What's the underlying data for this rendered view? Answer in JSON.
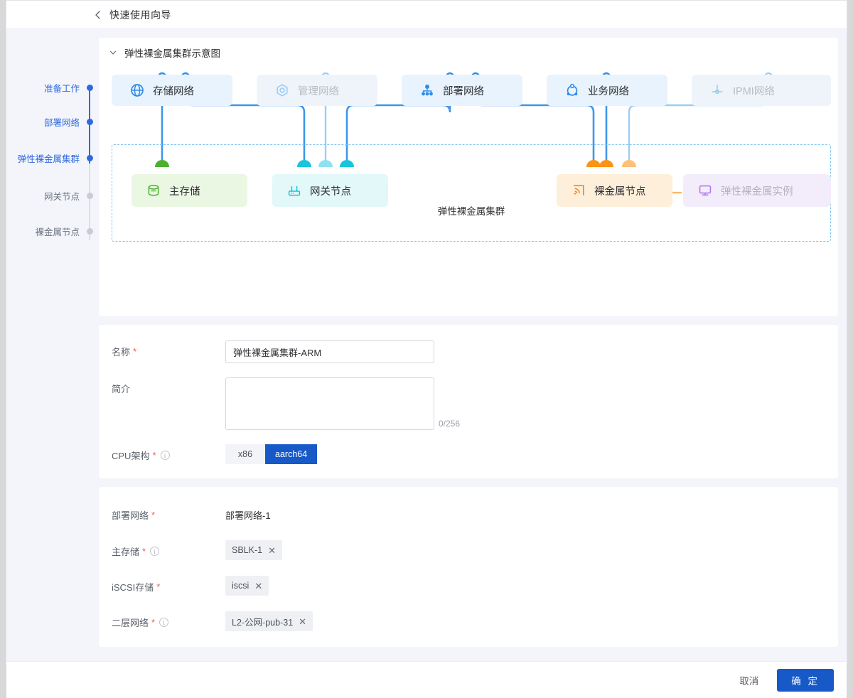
{
  "header": {
    "title": "快速使用向导",
    "back_icon": "chevron-left-icon"
  },
  "steps": {
    "items": [
      {
        "label": "准备工作",
        "state": "active"
      },
      {
        "label": "部署网络",
        "state": "active"
      },
      {
        "label": "弹性裸金属集群",
        "state": "active"
      },
      {
        "label": "网关节点",
        "state": "inactive"
      },
      {
        "label": "裸金属节点",
        "state": "inactive"
      }
    ]
  },
  "diagram": {
    "title": "弹性裸金属集群示意图",
    "collapse_icon": "chevron-down-icon",
    "cluster_label": "弹性裸金属集群",
    "networks": [
      {
        "label": "存储网络",
        "icon": "globe-icon",
        "state": "on"
      },
      {
        "label": "管理网络",
        "icon": "target-hex-icon",
        "state": "off"
      },
      {
        "label": "部署网络",
        "icon": "sitemap-icon",
        "state": "on"
      },
      {
        "label": "业务网络",
        "icon": "service-ring-icon",
        "state": "on"
      },
      {
        "label": "IPMI网络",
        "icon": "ipmi-icon",
        "state": "off"
      }
    ],
    "nodes": [
      {
        "label": "主存储",
        "icon": "database-icon",
        "state": "on"
      },
      {
        "label": "网关节点",
        "icon": "router-icon",
        "state": "on"
      },
      {
        "label": "裸金属节点",
        "icon": "baremetal-signal-icon",
        "state": "on"
      },
      {
        "label": "弹性裸金属实例",
        "icon": "monitor-icon",
        "state": "off"
      }
    ],
    "colors": {
      "wire_blue": "#3f96ea",
      "wire_light_blue": "#9ccdf3",
      "storage_green": "#4caf2f",
      "gateway_cyan": "#19c5dd",
      "gateway_cyan_light": "#8ee2ef",
      "baremetal_orange": "#fb9315",
      "baremetal_orange_light": "#fdc077",
      "cluster_dash": "#7cc4f5"
    }
  },
  "form": {
    "name": {
      "label": "名称",
      "required": true,
      "value": "弹性裸金属集群-ARM",
      "placeholder": ""
    },
    "intro": {
      "label": "简介",
      "required": false,
      "value": "",
      "placeholder": "",
      "counter": "0/256"
    },
    "cpu": {
      "label": "CPU架构",
      "required": true,
      "has_info": true,
      "options": [
        "x86",
        "aarch64"
      ],
      "selected": "aarch64"
    }
  },
  "form2": {
    "deploy_net": {
      "label": "部署网络",
      "required": true,
      "value": "部署网络-1"
    },
    "main_storage": {
      "label": "主存储",
      "required": true,
      "has_info": true,
      "tag": "SBLK-1",
      "remove_icon": "close-icon"
    },
    "iscsi": {
      "label": "iSCSI存储",
      "required": true,
      "has_info": false,
      "tag": "iscsi",
      "remove_icon": "close-icon"
    },
    "l2": {
      "label": "二层网络",
      "required": true,
      "has_info": true,
      "tag": "L2-公网-pub-31",
      "remove_icon": "close-icon"
    }
  },
  "footer": {
    "cancel": "取消",
    "confirm": "确 定"
  },
  "theme": {
    "primary": "#1759c7",
    "link": "#2f69e0"
  }
}
